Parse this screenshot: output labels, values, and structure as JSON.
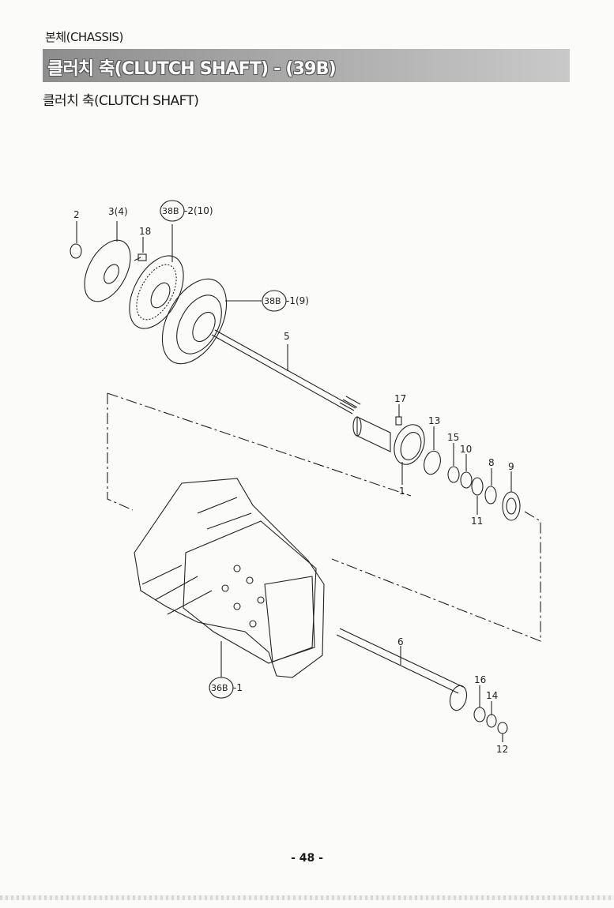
{
  "header": {
    "section": "본체(CHASSIS)",
    "banner_title": "클러치 축(CLUTCH SHAFT) - (39B)",
    "subtitle": "클러치 축(CLUTCH SHAFT)"
  },
  "callouts": {
    "c2": "2",
    "c3": "3(4)",
    "c18": "18",
    "c38b2": "38B",
    "c38b2_suffix": "-2(10)",
    "c38b1": "38B",
    "c38b1_suffix": "-1(9)",
    "c5": "5",
    "c17": "17",
    "c13": "13",
    "c15": "15",
    "c10": "10",
    "c8": "8",
    "c9": "9",
    "c1": "1",
    "c11": "11",
    "c6": "6",
    "c16": "16",
    "c14": "14",
    "c12": "12",
    "c36b": "36B",
    "c36b_suffix": "-1"
  },
  "footer": {
    "page": "- 48 -"
  }
}
